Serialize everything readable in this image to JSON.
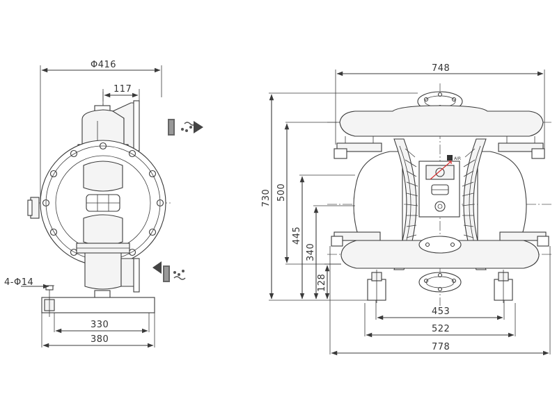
{
  "left_view": {
    "dims": {
      "overall_diameter": "Φ416",
      "top_offset": "117",
      "mounting_holes": "4-Φ14",
      "base_inner": "330",
      "base_outer": "380"
    }
  },
  "right_view": {
    "dims": {
      "top_width": "748",
      "total_height": "730",
      "inlet_height": "500",
      "height_445": "445",
      "height_340": "340",
      "base_height": "128",
      "foot_inner": "453",
      "foot_mid": "522",
      "overall_width": "778"
    },
    "nameplate": "AIR"
  },
  "colors": {
    "line": "#3a3a3a",
    "accent": "#d42a2a",
    "fill": "#f4f4f4"
  }
}
